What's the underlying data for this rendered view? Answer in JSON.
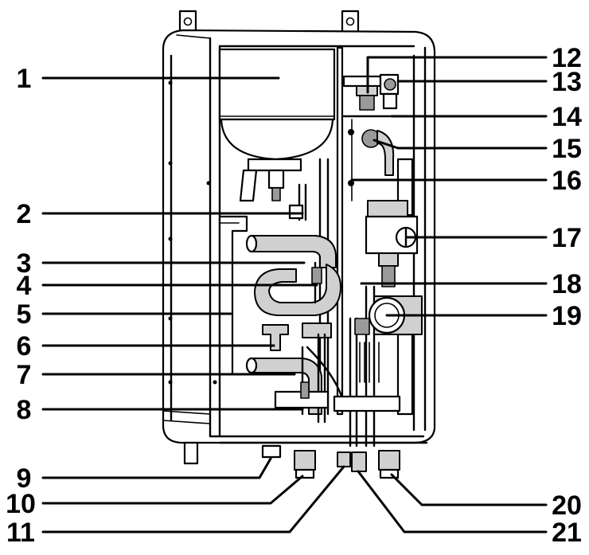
{
  "callouts": [
    {
      "id": "1",
      "label": "1"
    },
    {
      "id": "2",
      "label": "2"
    },
    {
      "id": "3",
      "label": "3"
    },
    {
      "id": "4",
      "label": "4"
    },
    {
      "id": "5",
      "label": "5"
    },
    {
      "id": "6",
      "label": "6"
    },
    {
      "id": "7",
      "label": "7"
    },
    {
      "id": "8",
      "label": "8"
    },
    {
      "id": "9",
      "label": "9"
    },
    {
      "id": "10",
      "label": "10"
    },
    {
      "id": "11",
      "label": "11"
    },
    {
      "id": "12",
      "label": "12"
    },
    {
      "id": "13",
      "label": "13"
    },
    {
      "id": "14",
      "label": "14"
    },
    {
      "id": "15",
      "label": "15"
    },
    {
      "id": "16",
      "label": "16"
    },
    {
      "id": "17",
      "label": "17"
    },
    {
      "id": "18",
      "label": "18"
    },
    {
      "id": "19",
      "label": "19"
    },
    {
      "id": "20",
      "label": "20"
    },
    {
      "id": "21",
      "label": "21"
    }
  ],
  "colors": {
    "line": "#000000",
    "background": "#ffffff",
    "part_fill": "#d0d0d0"
  }
}
